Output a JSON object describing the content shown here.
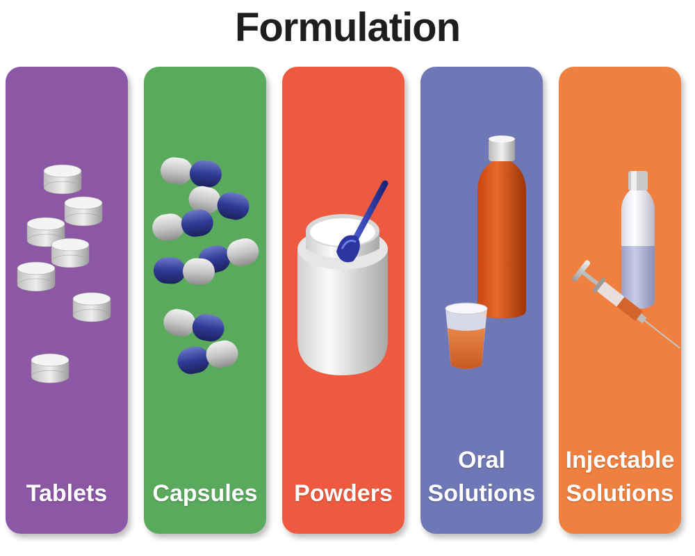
{
  "title": "Formulation",
  "cards": [
    {
      "label_lines": [
        "Tablets"
      ],
      "color": "#8c58a5"
    },
    {
      "label_lines": [
        "Capsules"
      ],
      "color": "#5aaa5e"
    },
    {
      "label_lines": [
        "Powders"
      ],
      "color": "#ee5a40"
    },
    {
      "label_lines": [
        "Oral",
        "Solutions"
      ],
      "color": "#6f78b6"
    },
    {
      "label_lines": [
        "Injectable",
        "Solutions"
      ],
      "color": "#f08040"
    }
  ]
}
